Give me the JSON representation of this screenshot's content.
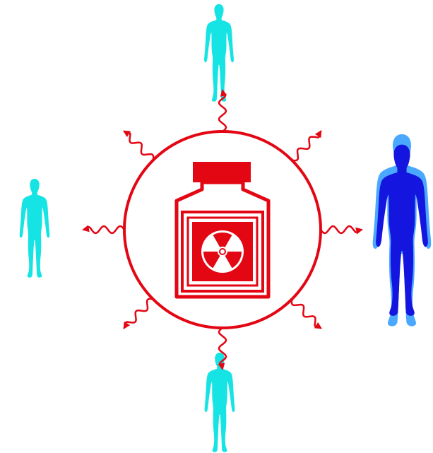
{
  "colors": {
    "background": "#ffffff",
    "radiation_red": "#e30613",
    "person_cyan": "#16e3e3",
    "person_blue": "#1515e0",
    "person_blue_outline": "#4aa8ff",
    "symbol_white": "#ffffff"
  },
  "icons": {
    "source": "radioactive-bottle-icon",
    "trefoil": "radiation-trefoil-icon",
    "person": "person-silhouette-icon",
    "ray": "wavy-arrow-icon"
  },
  "people": [
    {
      "id": "top",
      "style": "cyan"
    },
    {
      "id": "left",
      "style": "cyan"
    },
    {
      "id": "bottom",
      "style": "cyan"
    },
    {
      "id": "right",
      "style": "blue"
    }
  ],
  "ray_count": 8
}
